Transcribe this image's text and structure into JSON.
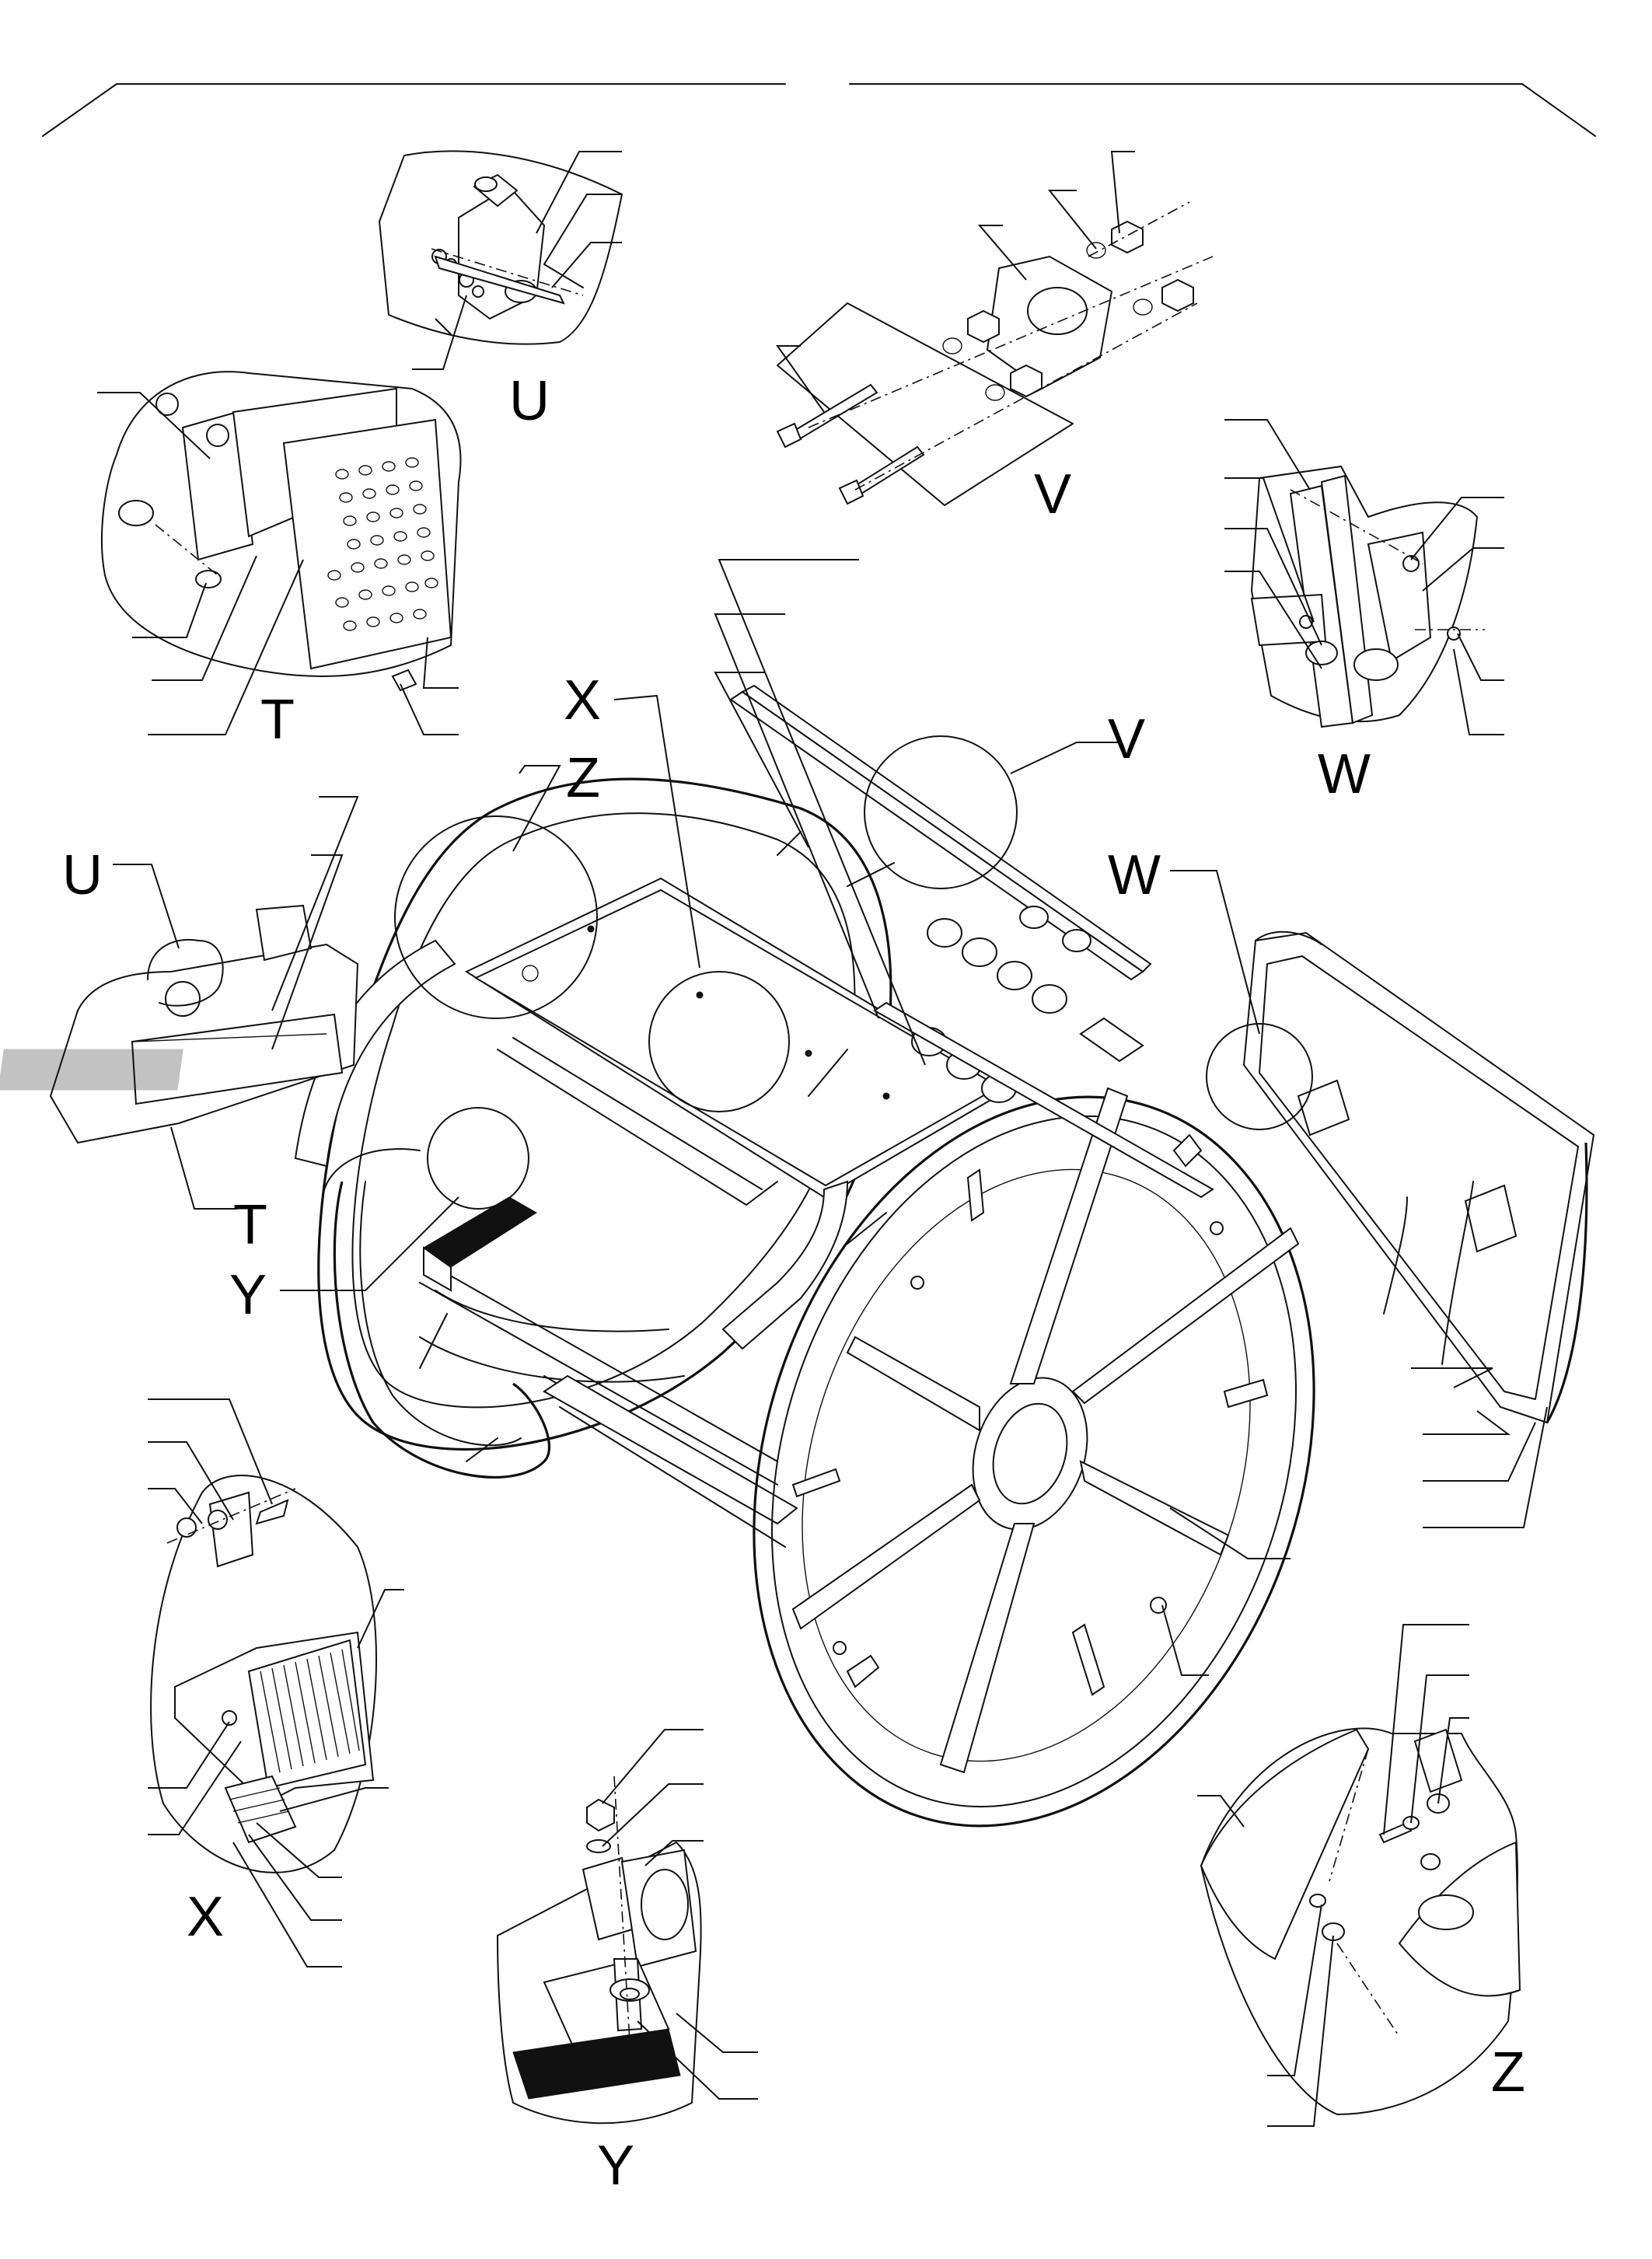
{
  "diagram": {
    "labels": {
      "T_detail": "T",
      "U_detail": "U",
      "V_detail": "V",
      "W_detail": "W",
      "X_detail": "X",
      "Y_detail": "Y",
      "Z_detail": "Z",
      "T_callout": "T",
      "U_callout": "U",
      "V_callout": "V",
      "W_callout": "W",
      "X_callout": "X",
      "Y_callout": "Y",
      "Z_callout": "Z"
    }
  }
}
